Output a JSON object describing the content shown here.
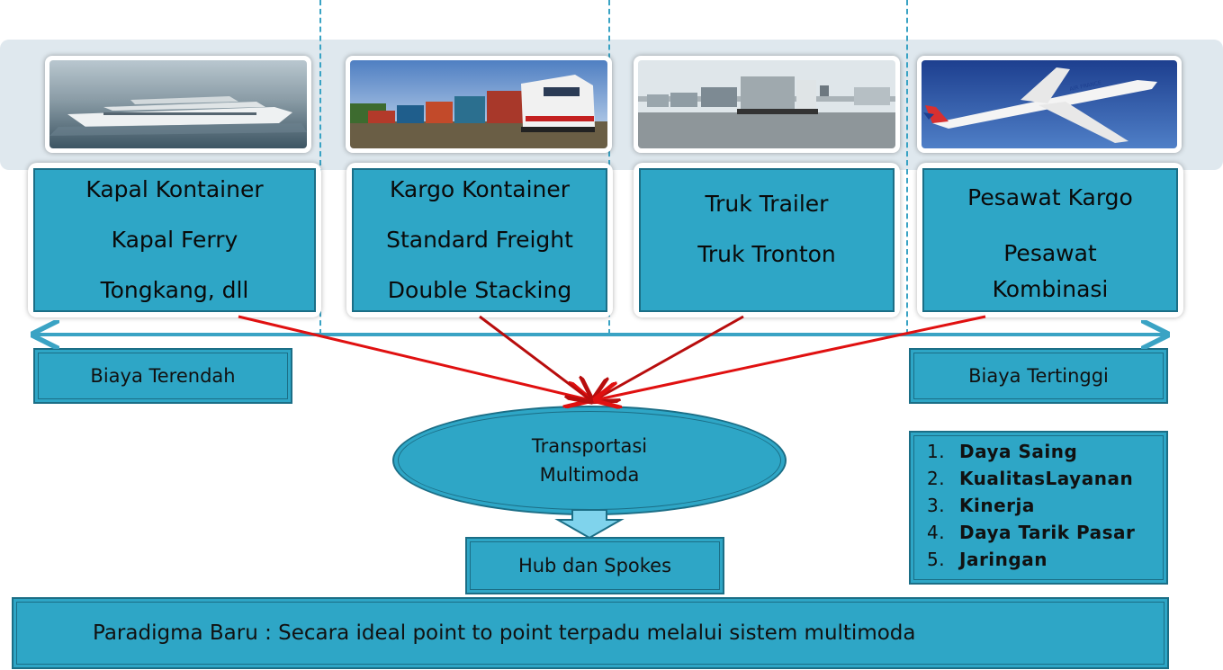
{
  "modes": [
    {
      "photo": "cargo-ship-photo",
      "lines": [
        "Kapal Kontainer",
        "Kapal Ferry",
        "Tongkang, dll"
      ]
    },
    {
      "photo": "freight-train-photo",
      "lines": [
        "Kargo Kontainer",
        "Standard Freight",
        "Double Stacking"
      ]
    },
    {
      "photo": "container-trucks-photo",
      "lines": [
        "Truk Trailer",
        "Truk Tronton"
      ]
    },
    {
      "photo": "air-france-plane-photo",
      "lines": [
        "Pesawat Kargo",
        "Pesawat",
        "Kombinasi"
      ],
      "logo_text": "AIR FRANCE"
    }
  ],
  "cost": {
    "low": "Biaya Terendah",
    "high": "Biaya Tertinggi"
  },
  "center": {
    "line1": "Transportasi",
    "line2": "Multimoda"
  },
  "hub": "Hub dan Spokes",
  "benefits": [
    {
      "num": "1.",
      "text": "Daya Saing"
    },
    {
      "num": "2.",
      "text": "KualitasLayanan"
    },
    {
      "num": "3.",
      "text": "Kinerja"
    },
    {
      "num": "4.",
      "text": "Daya Tarik Pasar"
    },
    {
      "num": "5.",
      "text": "Jaringan"
    }
  ],
  "paradigm": "Paradigma Baru : Secara ideal point to point  terpadu melalui sistem multimoda",
  "colors": {
    "box_fill": "#2ea6c6",
    "box_border": "#1b6e86",
    "arrow_red": "#e01010",
    "arrow_dark_red": "#b80d0d",
    "scale_line": "#3aa3c4"
  }
}
